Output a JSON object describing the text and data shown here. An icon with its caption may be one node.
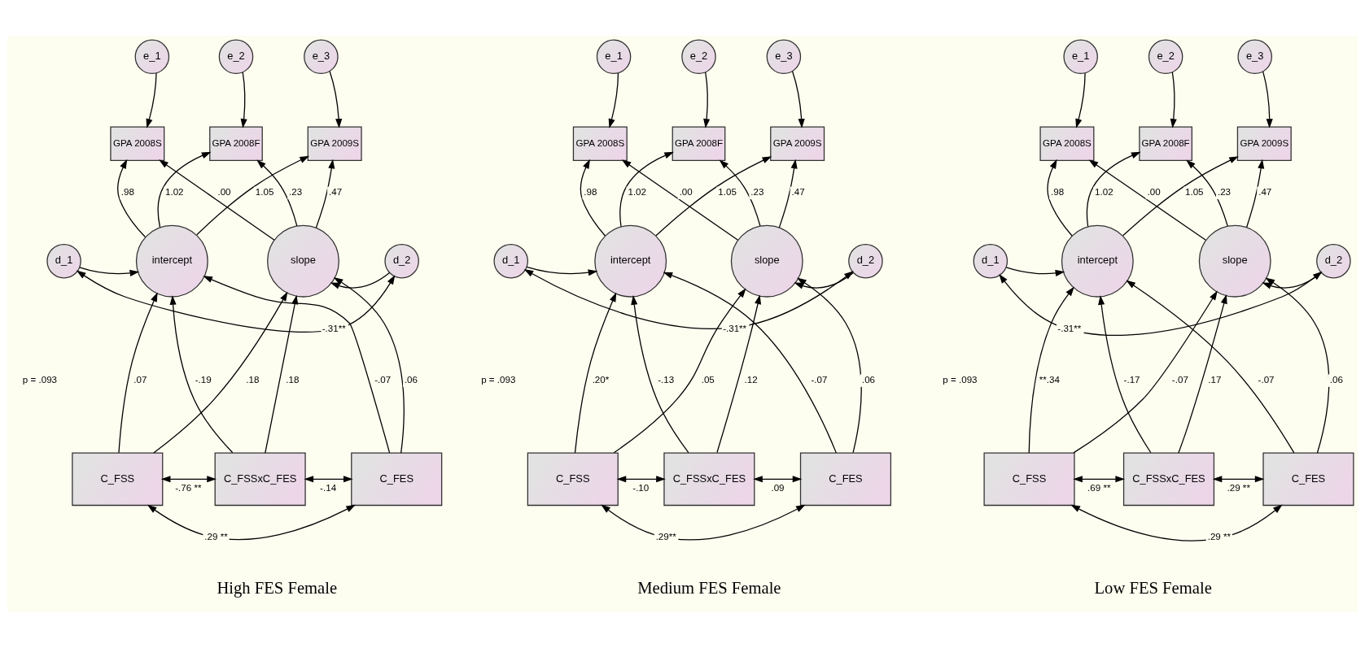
{
  "diagram": {
    "nodes": [
      {
        "text": [
          "e_1"
        ]
      },
      {
        "text": [
          "e_2"
        ]
      },
      {
        "text": [
          "e_3"
        ]
      },
      {
        "text": [
          "GPA 2008S"
        ]
      },
      {
        "text": [
          "GPA 2008F"
        ]
      },
      {
        "text": [
          "GPA 2009S"
        ]
      },
      {
        "text": [
          "d_1"
        ]
      },
      {
        "text": [
          "intercept"
        ]
      },
      {
        "text": [
          "slope"
        ]
      },
      {
        "text": [
          "d_2"
        ]
      },
      {
        "text": [
          "C_FSS"
        ]
      },
      {
        "text": [
          "C_FSSxC_FES"
        ]
      },
      {
        "text": [
          "C_FES"
        ]
      },
      {
        "text": [
          "e_1"
        ]
      },
      {
        "text": [
          "e_2"
        ]
      },
      {
        "text": [
          "e_3"
        ]
      },
      {
        "text": [
          "GPA 2008S"
        ]
      },
      {
        "text": [
          "GPA 2008F"
        ]
      },
      {
        "text": [
          "GPA 2009S"
        ]
      },
      {
        "text": [
          "d_1"
        ]
      },
      {
        "text": [
          "intercept"
        ]
      },
      {
        "text": [
          "slope"
        ]
      },
      {
        "text": [
          "d_2"
        ]
      },
      {
        "text": [
          "C_FSS"
        ]
      },
      {
        "text": [
          "C_FSSxC_FES"
        ]
      },
      {
        "text": [
          "C_FES"
        ]
      },
      {
        "text": [
          "e_1"
        ]
      },
      {
        "text": [
          "e_2"
        ]
      },
      {
        "text": [
          "e_3"
        ]
      },
      {
        "text": [
          "GPA 2008S"
        ]
      },
      {
        "text": [
          "GPA 2008F"
        ]
      },
      {
        "text": [
          "GPA 2009S"
        ]
      },
      {
        "text": [
          "d_1"
        ]
      },
      {
        "text": [
          "intercept"
        ]
      },
      {
        "text": [
          "slope"
        ]
      },
      {
        "text": [
          "d_2"
        ]
      },
      {
        "text": [
          "C_FSS"
        ]
      },
      {
        "text": [
          "C_FSSxC_FES"
        ]
      },
      {
        "text": [
          "C_FES"
        ]
      }
    ],
    "edges": [
      {
        "from": 0,
        "to": 3,
        "arrow": "to"
      },
      {
        "from": 1,
        "to": 4,
        "arrow": "to"
      },
      {
        "from": 2,
        "to": 5,
        "arrow": "to"
      },
      {
        "from": 7,
        "to": 3,
        "arrow": "to",
        "label": ".98"
      },
      {
        "from": 7,
        "to": 4,
        "arrow": "to",
        "label": "1.02"
      },
      {
        "from": 7,
        "to": 5,
        "arrow": "to",
        "label": "1.05"
      },
      {
        "from": 8,
        "to": 3,
        "arrow": "to",
        "label": ".00"
      },
      {
        "from": 8,
        "to": 4,
        "arrow": "to",
        "label": ".23"
      },
      {
        "from": 8,
        "to": 5,
        "arrow": "to",
        "label": ".47"
      },
      {
        "from": 6,
        "to": 7,
        "arrow": "to"
      },
      {
        "from": 9,
        "to": 8,
        "arrow": "to"
      },
      {
        "from": 6,
        "to": 9,
        "arrow": "both",
        "label": "-.31**"
      },
      {
        "from": 10,
        "to": 7,
        "arrow": "to",
        "label": ".07"
      },
      {
        "from": 11,
        "to": 7,
        "arrow": "to",
        "label": "-.19"
      },
      {
        "from": 12,
        "to": 7,
        "arrow": "to",
        "label": "-.07"
      },
      {
        "from": 10,
        "to": 8,
        "arrow": "to",
        "label": ".18"
      },
      {
        "from": 11,
        "to": 8,
        "arrow": "to",
        "label": ".18"
      },
      {
        "from": 12,
        "to": 8,
        "arrow": "to",
        "label": ".06"
      },
      {
        "from": 10,
        "to": 11,
        "arrow": "both",
        "label": "-.76 **"
      },
      {
        "from": 11,
        "to": 12,
        "arrow": "both",
        "label": "-.14"
      },
      {
        "from": 10,
        "to": 12,
        "arrow": "both",
        "label": ".29 **"
      },
      {
        "from": 13,
        "to": 16,
        "arrow": "to"
      },
      {
        "from": 14,
        "to": 17,
        "arrow": "to"
      },
      {
        "from": 15,
        "to": 18,
        "arrow": "to"
      },
      {
        "from": 20,
        "to": 16,
        "arrow": "to",
        "label": ".98"
      },
      {
        "from": 20,
        "to": 17,
        "arrow": "to",
        "label": "1.02"
      },
      {
        "from": 20,
        "to": 18,
        "arrow": "to",
        "label": "1.05"
      },
      {
        "from": 21,
        "to": 16,
        "arrow": "to",
        "label": ".00"
      },
      {
        "from": 21,
        "to": 17,
        "arrow": "to",
        "label": ".23"
      },
      {
        "from": 21,
        "to": 18,
        "arrow": "to",
        "label": ".47"
      },
      {
        "from": 19,
        "to": 20,
        "arrow": "to"
      },
      {
        "from": 22,
        "to": 21,
        "arrow": "to"
      },
      {
        "from": 19,
        "to": 22,
        "arrow": "both",
        "label": "-.31**"
      },
      {
        "from": 23,
        "to": 20,
        "arrow": "to",
        "label": ".20*"
      },
      {
        "from": 24,
        "to": 20,
        "arrow": "to",
        "label": "-.13"
      },
      {
        "from": 25,
        "to": 20,
        "arrow": "to",
        "label": "-.07"
      },
      {
        "from": 23,
        "to": 21,
        "arrow": "to",
        "label": ".05"
      },
      {
        "from": 24,
        "to": 21,
        "arrow": "to",
        "label": ".12"
      },
      {
        "from": 25,
        "to": 21,
        "arrow": "to",
        "label": ".06"
      },
      {
        "from": 23,
        "to": 24,
        "arrow": "both",
        "label": "-.10"
      },
      {
        "from": 24,
        "to": 25,
        "arrow": "both",
        "label": ".09"
      },
      {
        "from": 23,
        "to": 25,
        "arrow": "both",
        "label": ".29**"
      },
      {
        "from": 26,
        "to": 29,
        "arrow": "to"
      },
      {
        "from": 27,
        "to": 30,
        "arrow": "to"
      },
      {
        "from": 28,
        "to": 31,
        "arrow": "to"
      },
      {
        "from": 33,
        "to": 29,
        "arrow": "to",
        "label": ".98"
      },
      {
        "from": 33,
        "to": 30,
        "arrow": "to",
        "label": "1.02"
      },
      {
        "from": 33,
        "to": 31,
        "arrow": "to",
        "label": "1.05"
      },
      {
        "from": 34,
        "to": 29,
        "arrow": "to",
        "label": ".00"
      },
      {
        "from": 34,
        "to": 30,
        "arrow": "to",
        "label": ".23"
      },
      {
        "from": 34,
        "to": 31,
        "arrow": "to",
        "label": ".47"
      },
      {
        "from": 32,
        "to": 33,
        "arrow": "to"
      },
      {
        "from": 35,
        "to": 34,
        "arrow": "to"
      },
      {
        "from": 32,
        "to": 35,
        "arrow": "both",
        "label": "-.31**"
      },
      {
        "from": 36,
        "to": 33,
        "arrow": "to",
        "label": "**.34"
      },
      {
        "from": 37,
        "to": 33,
        "arrow": "to",
        "label": "-.17"
      },
      {
        "from": 38,
        "to": 33,
        "arrow": "to",
        "label": "-.07"
      },
      {
        "from": 36,
        "to": 34,
        "arrow": "to",
        "label": "-.07"
      },
      {
        "from": 37,
        "to": 34,
        "arrow": "to",
        "label": ".17"
      },
      {
        "from": 38,
        "to": 34,
        "arrow": "to",
        "label": ".06"
      },
      {
        "from": 36,
        "to": 37,
        "arrow": "both",
        "label": ".69 **"
      },
      {
        "from": 37,
        "to": 38,
        "arrow": "both",
        "label": ".29 **"
      },
      {
        "from": 36,
        "to": 38,
        "arrow": "both",
        "label": ".29 **"
      }
    ],
    "labels": [
      "p = .093",
      "p = .093",
      "p = .093",
      "High FES Female",
      "Medium FES Female",
      "Low FES Female"
    ]
  }
}
